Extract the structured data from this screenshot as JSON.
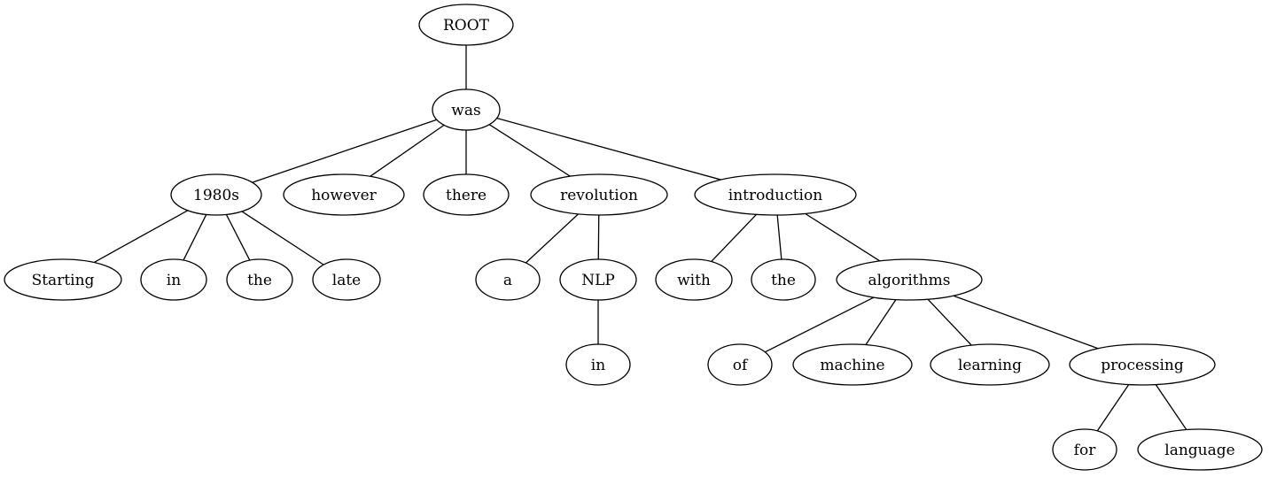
{
  "tree": {
    "nodes": [
      {
        "id": "root",
        "label": "ROOT"
      },
      {
        "id": "was",
        "label": "was"
      },
      {
        "id": "1980s",
        "label": "1980s"
      },
      {
        "id": "however",
        "label": "however"
      },
      {
        "id": "there",
        "label": "there"
      },
      {
        "id": "revolution",
        "label": "revolution"
      },
      {
        "id": "introduction",
        "label": "introduction"
      },
      {
        "id": "starting",
        "label": "Starting"
      },
      {
        "id": "in1",
        "label": "in"
      },
      {
        "id": "the1",
        "label": "the"
      },
      {
        "id": "late",
        "label": "late"
      },
      {
        "id": "a",
        "label": "a"
      },
      {
        "id": "nlp",
        "label": "NLP"
      },
      {
        "id": "with",
        "label": "with"
      },
      {
        "id": "the2",
        "label": "the"
      },
      {
        "id": "algorithms",
        "label": "algorithms"
      },
      {
        "id": "in2",
        "label": "in"
      },
      {
        "id": "of",
        "label": "of"
      },
      {
        "id": "machine",
        "label": "machine"
      },
      {
        "id": "learning",
        "label": "learning"
      },
      {
        "id": "processing",
        "label": "processing"
      },
      {
        "id": "for",
        "label": "for"
      },
      {
        "id": "language",
        "label": "language"
      }
    ],
    "edges": [
      [
        "root",
        "was"
      ],
      [
        "was",
        "1980s"
      ],
      [
        "was",
        "however"
      ],
      [
        "was",
        "there"
      ],
      [
        "was",
        "revolution"
      ],
      [
        "was",
        "introduction"
      ],
      [
        "1980s",
        "starting"
      ],
      [
        "1980s",
        "in1"
      ],
      [
        "1980s",
        "the1"
      ],
      [
        "1980s",
        "late"
      ],
      [
        "revolution",
        "a"
      ],
      [
        "revolution",
        "nlp"
      ],
      [
        "nlp",
        "in2"
      ],
      [
        "introduction",
        "with"
      ],
      [
        "introduction",
        "the2"
      ],
      [
        "introduction",
        "algorithms"
      ],
      [
        "algorithms",
        "of"
      ],
      [
        "algorithms",
        "machine"
      ],
      [
        "algorithms",
        "learning"
      ],
      [
        "algorithms",
        "processing"
      ],
      [
        "processing",
        "for"
      ],
      [
        "processing",
        "language"
      ]
    ]
  }
}
